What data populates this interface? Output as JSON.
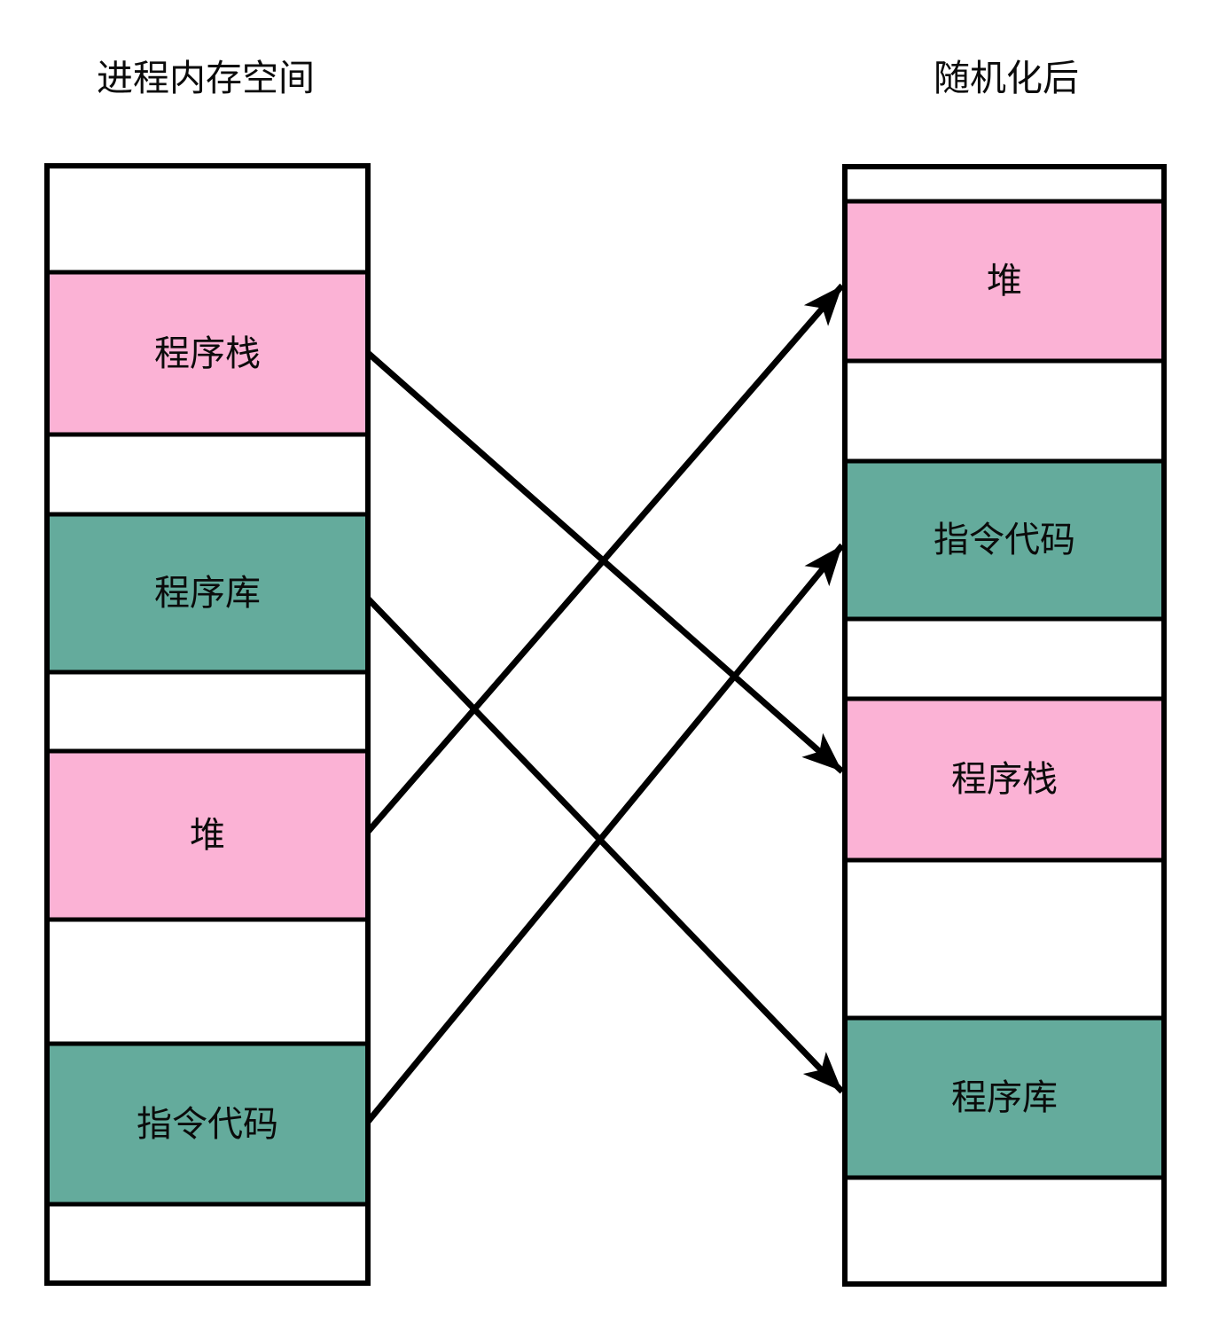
{
  "diagram": {
    "colors": {
      "pink": "#FBB2D5",
      "green": "#64AB9C",
      "white": "#FFFFFF",
      "line": "#000000",
      "background": "#FFFFFF"
    },
    "left_column": {
      "title": "进程内存空间",
      "segments": [
        {
          "label": "",
          "fill": "#FFFFFF"
        },
        {
          "label": "程序栈",
          "fill": "#FBB2D5"
        },
        {
          "label": "",
          "fill": "#FFFFFF"
        },
        {
          "label": "程序库",
          "fill": "#64AB9C"
        },
        {
          "label": "",
          "fill": "#FFFFFF"
        },
        {
          "label": "堆",
          "fill": "#FBB2D5"
        },
        {
          "label": "",
          "fill": "#FFFFFF"
        },
        {
          "label": "指令代码",
          "fill": "#64AB9C"
        },
        {
          "label": "",
          "fill": "#FFFFFF"
        }
      ]
    },
    "right_column": {
      "title": "随机化后",
      "segments": [
        {
          "label": "",
          "fill": "#FFFFFF"
        },
        {
          "label": "堆",
          "fill": "#FBB2D5"
        },
        {
          "label": "",
          "fill": "#FFFFFF"
        },
        {
          "label": "指令代码",
          "fill": "#64AB9C"
        },
        {
          "label": "",
          "fill": "#FFFFFF"
        },
        {
          "label": "程序栈",
          "fill": "#FBB2D5"
        },
        {
          "label": "",
          "fill": "#FFFFFF"
        },
        {
          "label": "程序库",
          "fill": "#64AB9C"
        },
        {
          "label": "",
          "fill": "#FFFFFF"
        }
      ]
    },
    "mappings": [
      {
        "from": "程序栈",
        "to": "程序栈"
      },
      {
        "from": "程序库",
        "to": "程序库"
      },
      {
        "from": "堆",
        "to": "堆"
      },
      {
        "from": "指令代码",
        "to": "指令代码"
      }
    ]
  }
}
